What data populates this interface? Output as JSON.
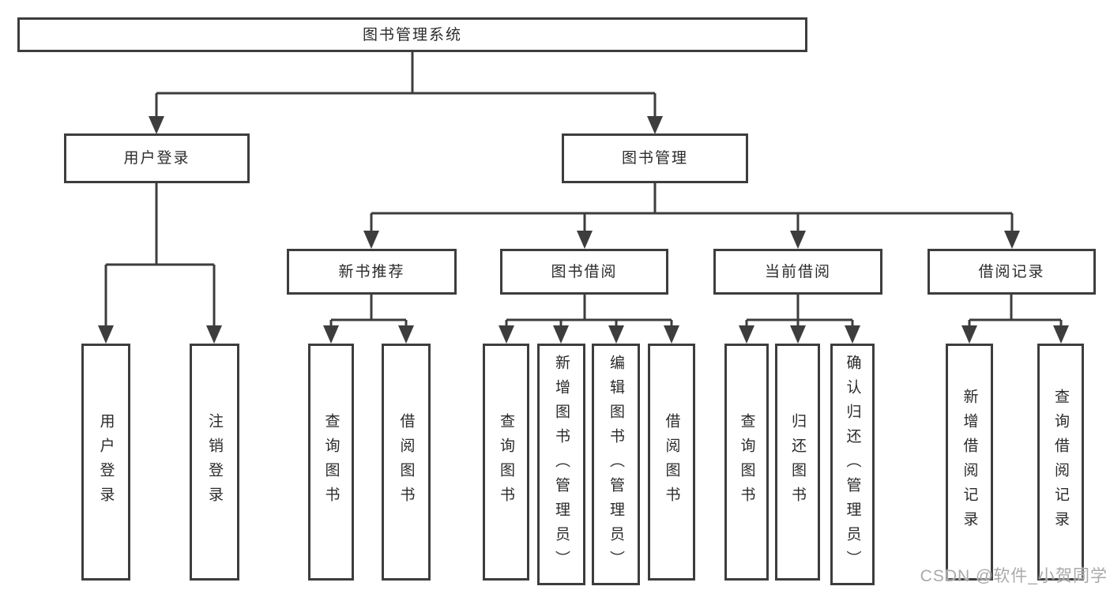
{
  "tree": {
    "label": "图书管理系统",
    "children": [
      {
        "label": "用户登录",
        "children": [
          {
            "label": "用户登录"
          },
          {
            "label": "注销登录"
          }
        ]
      },
      {
        "label": "图书管理",
        "children": [
          {
            "label": "新书推荐",
            "children": [
              {
                "label": "查询图书"
              },
              {
                "label": "借阅图书"
              }
            ]
          },
          {
            "label": "图书借阅",
            "children": [
              {
                "label": "查询图书"
              },
              {
                "label": "新增图书（管理员）"
              },
              {
                "label": "编辑图书（管理员）"
              },
              {
                "label": "借阅图书"
              }
            ]
          },
          {
            "label": "当前借阅",
            "children": [
              {
                "label": "查询图书"
              },
              {
                "label": "归还图书"
              },
              {
                "label": "确认归还（管理员）"
              }
            ]
          },
          {
            "label": "借阅记录",
            "children": [
              {
                "label": "新增借阅记录"
              },
              {
                "label": "查询借阅记录"
              }
            ]
          }
        ]
      }
    ]
  },
  "watermark": {
    "text": "CSDN @软件_小贺同学"
  },
  "colors": {
    "background": "#ffffff",
    "border": "#3d3d3d",
    "line": "#3d3d3d",
    "text": "#2b2b2b",
    "watermark": "#a9a9a9"
  }
}
